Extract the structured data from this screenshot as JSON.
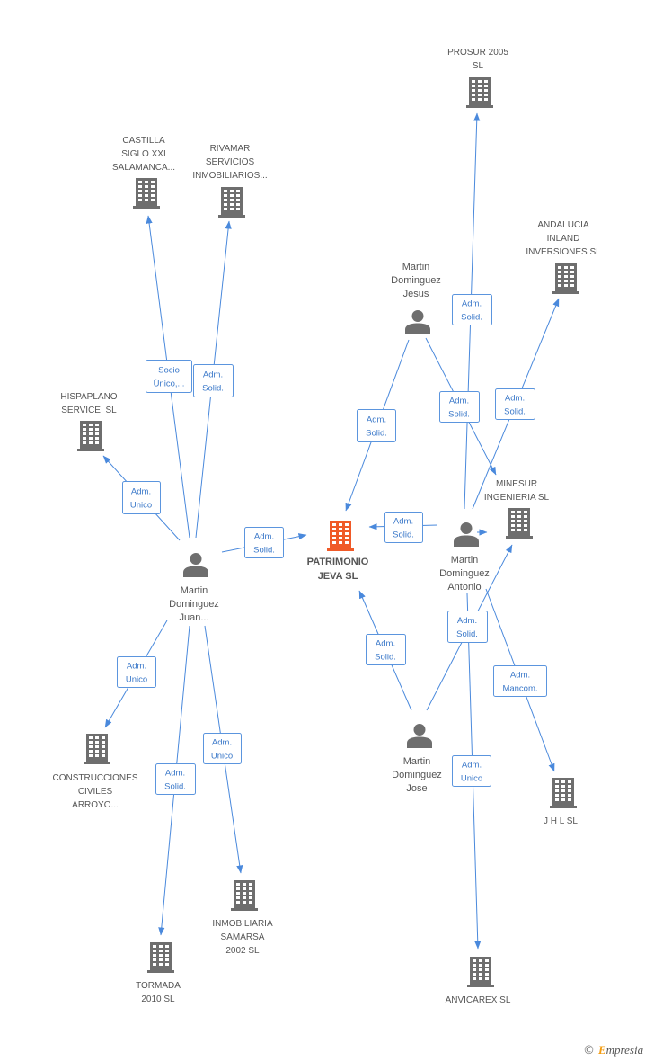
{
  "colors": {
    "edge": "#4a89dc",
    "edge_label_text": "#3a78c9",
    "edge_label_border": "#5b95de",
    "icon": "#6e6e6e",
    "central_icon": "#f05a28",
    "node_text": "#555555",
    "brand_accent": "#f39c12",
    "background": "#ffffff"
  },
  "central": {
    "label": [
      "PATRIMONIO",
      "JEVA SL"
    ],
    "icon": "building-icon"
  },
  "companies": [
    {
      "label": [
        "PROSUR 2005",
        "SL"
      ],
      "icon": "building-icon"
    },
    {
      "label": [
        "CASTILLA",
        "SIGLO XXI",
        "SALAMANCA..."
      ],
      "icon": "building-icon"
    },
    {
      "label": [
        "RIVAMAR",
        "SERVICIOS",
        "INMOBILIARIOS..."
      ],
      "icon": "building-icon"
    },
    {
      "label": [
        "ANDALUCIA",
        "INLAND",
        "INVERSIONES SL"
      ],
      "icon": "building-icon"
    },
    {
      "label": [
        "HISPAPLANO",
        "SERVICE  SL"
      ],
      "icon": "building-icon"
    },
    {
      "label": [
        "MINESUR",
        "INGENIERIA SL"
      ],
      "icon": "building-icon"
    },
    {
      "label": [
        "CONSTRUCCIONES",
        "CIVILES",
        "ARROYO..."
      ],
      "icon": "building-icon"
    },
    {
      "label": [
        "J H L SL"
      ],
      "icon": "building-icon"
    },
    {
      "label": [
        "INMOBILIARIA",
        "SAMARSA",
        "2002 SL"
      ],
      "icon": "building-icon"
    },
    {
      "label": [
        "TORMADA",
        "2010 SL"
      ],
      "icon": "building-icon"
    },
    {
      "label": [
        "ANVICAREX SL"
      ],
      "icon": "building-icon"
    }
  ],
  "people": [
    {
      "label": [
        "Martin",
        "Dominguez",
        "Jesus"
      ],
      "icon": "person-icon"
    },
    {
      "label": [
        "Martin",
        "Dominguez",
        "Juan..."
      ],
      "icon": "person-icon"
    },
    {
      "label": [
        "Martin",
        "Dominguez",
        "Antonio"
      ],
      "icon": "person-icon"
    },
    {
      "label": [
        "Martin",
        "Dominguez",
        "Jose"
      ],
      "icon": "person-icon"
    }
  ],
  "relations": [
    {
      "role": [
        "Socio",
        "Único,..."
      ]
    },
    {
      "role": [
        "Adm.",
        "Solid."
      ]
    },
    {
      "role": [
        "Adm.",
        "Unico"
      ]
    },
    {
      "role": [
        "Adm.",
        "Solid."
      ]
    },
    {
      "role": [
        "Adm.",
        "Unico"
      ]
    },
    {
      "role": [
        "Adm.",
        "Unico"
      ]
    },
    {
      "role": [
        "Adm.",
        "Solid."
      ]
    },
    {
      "role": [
        "Adm.",
        "Solid."
      ]
    },
    {
      "role": [
        "Adm.",
        "Solid."
      ]
    },
    {
      "role": [
        "Adm.",
        "Solid."
      ]
    },
    {
      "role": [
        "Adm.",
        "Solid."
      ]
    },
    {
      "role": [
        "Adm.",
        "Solid."
      ]
    },
    {
      "role": [
        "Adm.",
        "Mancom."
      ]
    },
    {
      "role": [
        "Adm.",
        "Unico"
      ]
    },
    {
      "role": [
        "Adm.",
        "Solid."
      ]
    },
    {
      "role": [
        "Adm.",
        "Solid."
      ]
    }
  ],
  "brand": {
    "copyright": "©",
    "name": "Empresia"
  }
}
